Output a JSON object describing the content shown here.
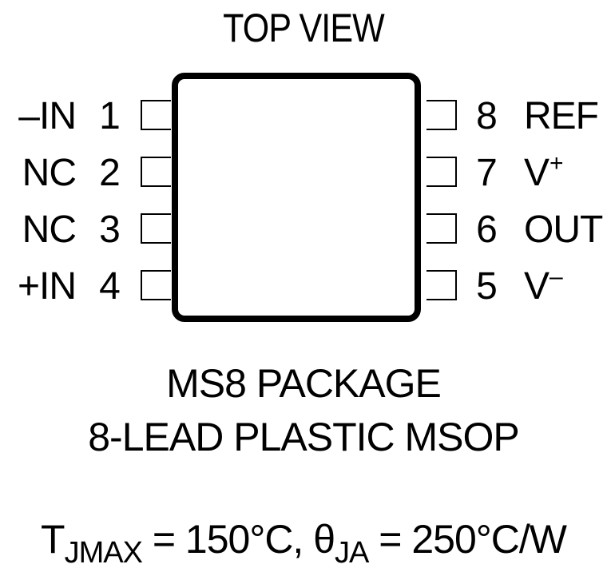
{
  "title": "TOP VIEW",
  "left_pins": [
    {
      "number": "1",
      "name": "–IN"
    },
    {
      "number": "2",
      "name": "NC"
    },
    {
      "number": "3",
      "name": "NC"
    },
    {
      "number": "4",
      "name": "+IN"
    }
  ],
  "right_pins": [
    {
      "number": "8",
      "name": "REF",
      "sup": ""
    },
    {
      "number": "7",
      "name": "V",
      "sup": "+"
    },
    {
      "number": "6",
      "name": "OUT",
      "sup": ""
    },
    {
      "number": "5",
      "name": "V",
      "sup": "–"
    }
  ],
  "package_line1": "MS8 PACKAGE",
  "package_line2": "8-LEAD PLASTIC MSOP",
  "thermal": {
    "t_symbol": "T",
    "t_sub": "JMAX",
    "t_value": " = 150°C, ",
    "theta_symbol": "θ",
    "theta_sub": "JA",
    "theta_value": " = 250°C/W"
  }
}
